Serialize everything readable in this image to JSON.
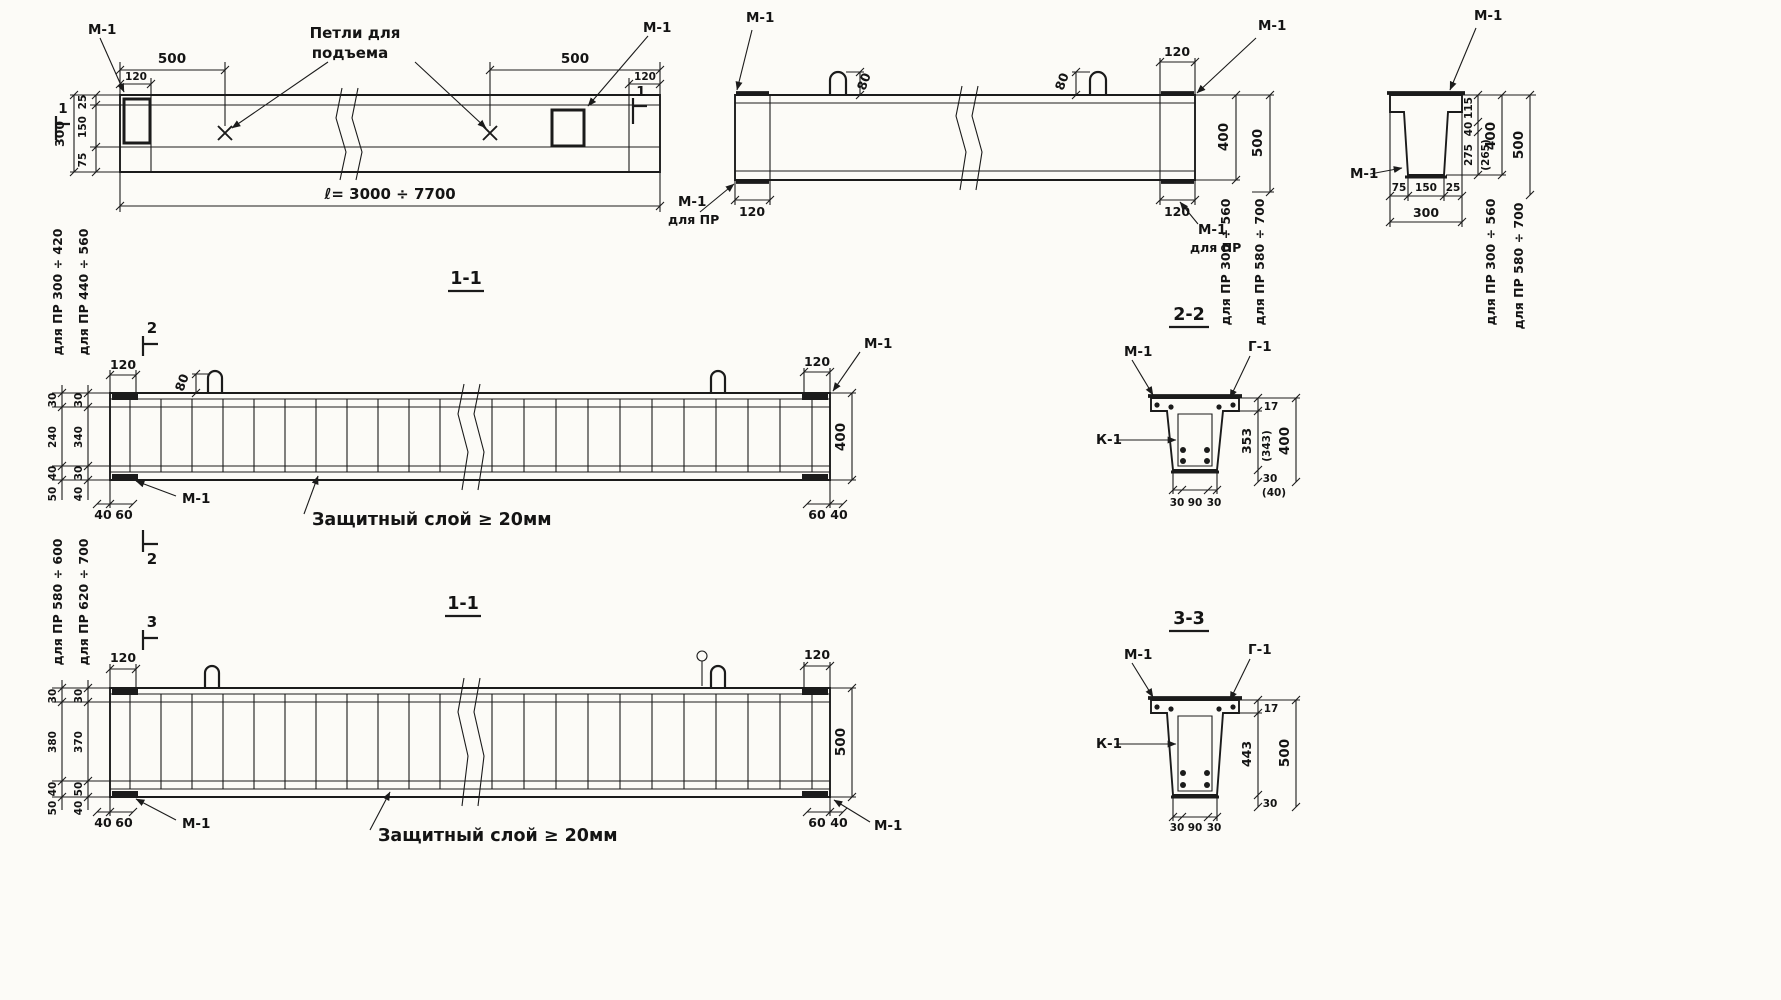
{
  "sheet": {
    "paper_color": "#fcfbf7",
    "ink_color": "#1b1b1b"
  },
  "planView": {
    "m1Left": "М-1",
    "m1Right": "М-1",
    "dim500Left": "500",
    "dim500Right": "500",
    "dim120Left": "120",
    "dim120Right": "120",
    "liftNote1": "Петли для",
    "liftNote2": "подъема",
    "dim25": "25",
    "dim150": "150",
    "dim75": "75",
    "dim300": "300",
    "lengthLabel": "ℓ= 3000 ÷ 7700",
    "cutLeft": "1",
    "cutRight": "1"
  },
  "sideView": {
    "m1TopLeft": "М-1",
    "m1TopRight": "М-1",
    "dim80Left": "80",
    "dim80Right": "80",
    "dim120TopRight": "120",
    "dim120BotLeft": "120",
    "dim120BotRight": "120",
    "m1BotLeft": "М-1",
    "forPrBotLeft": "для ПР",
    "m1BotRight": "М-1",
    "forPrBotRight": "для ПР",
    "dim400": "400",
    "dim500": "500",
    "range400": "для ПР 300 ÷ 560",
    "range500": "для ПР 580 ÷ 700"
  },
  "endSection": {
    "m1Top": "М-1",
    "m1Left": "М-1",
    "dim115": "115",
    "dim40": "40",
    "dim275": "275",
    "dim265": "(265)",
    "dim400": "400",
    "dim500": "500",
    "range400": "для ПР 300 ÷ 560",
    "range500": "для ПР 580 ÷ 700",
    "dim75": "75",
    "dim150": "150",
    "dim25": "25",
    "dim300": "300"
  },
  "sec11a": {
    "title": "1-1",
    "cutTop": "2",
    "cutBottom": "2",
    "dim120Left": "120",
    "dim120Right": "120",
    "dim80": "80",
    "m1TopRight": "М-1",
    "m1BotLeft": "М-1",
    "dim400": "400",
    "dim40L": "40",
    "dim60L": "60",
    "dim60R": "60",
    "dim40R": "40",
    "coverNote": "Защитный слой ≥ 20мм",
    "rangeOuter": "для ПР 300 ÷ 420",
    "rangeInner": "для ПР 440 ÷ 560",
    "dimsOuter": [
      "30",
      "240",
      "40",
      "50"
    ],
    "dimsInner": [
      "30",
      "340",
      "30",
      "40"
    ]
  },
  "sec22": {
    "title": "2-2",
    "m1": "М-1",
    "g1": "Г-1",
    "k1": "К-1",
    "dim17": "17",
    "dim353": "353",
    "dim343": "(343)",
    "dim400": "400",
    "dim30": "30",
    "dim40": "(40)",
    "dimsBottom": [
      "30",
      "90",
      "30"
    ]
  },
  "sec11b": {
    "title": "1-1",
    "cutTop": "3",
    "dim120Left": "120",
    "dim120Right": "120",
    "m1BotLeft": "М-1",
    "m1BotRight": "М-1",
    "dim500": "500",
    "dim40L": "40",
    "dim60L": "60",
    "dim60R": "60",
    "dim40R": "40",
    "coverNote": "Защитный слой ≥ 20мм",
    "rangeOuter": "для ПР 580 ÷ 600",
    "rangeInner": "для ПР 620 ÷ 700",
    "dimsOuter": [
      "30",
      "380",
      "40",
      "50"
    ],
    "dimsInner": [
      "30",
      "370",
      "50",
      "40"
    ]
  },
  "sec33": {
    "title": "3-3",
    "m1": "М-1",
    "g1": "Г-1",
    "k1": "К-1",
    "dim17": "17",
    "dim443": "443",
    "dim500": "500",
    "dim30": "30",
    "dimsBottom": [
      "30",
      "90",
      "30"
    ]
  }
}
